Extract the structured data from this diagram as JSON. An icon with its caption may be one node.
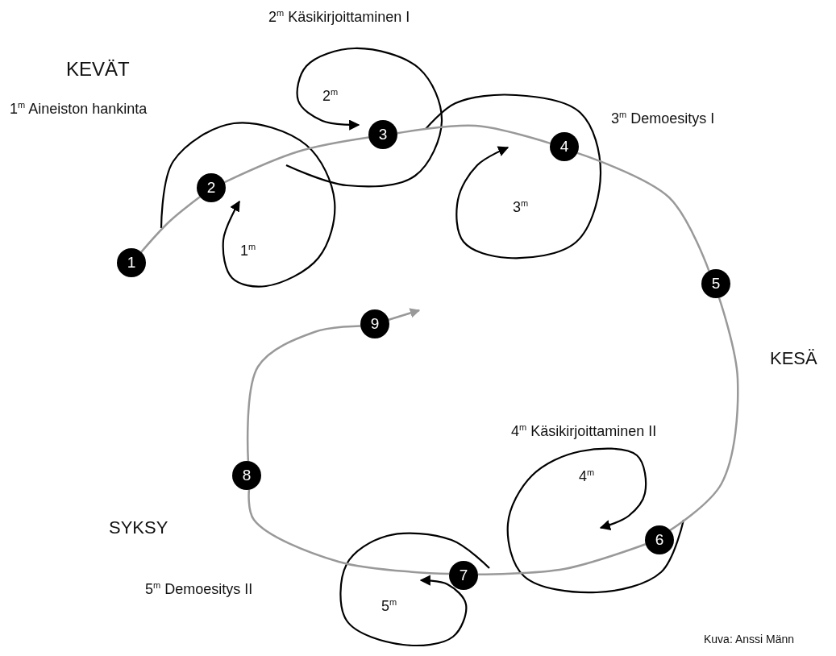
{
  "diagram": {
    "nodes": [
      {
        "text": [
          "1"
        ]
      },
      {
        "text": [
          "2"
        ]
      },
      {
        "text": [
          "3"
        ]
      },
      {
        "text": [
          "4"
        ]
      },
      {
        "text": [
          "5"
        ]
      },
      {
        "text": [
          "6"
        ]
      },
      {
        "text": [
          "7"
        ]
      },
      {
        "text": [
          "8"
        ]
      },
      {
        "text": [
          "9"
        ]
      }
    ],
    "edges": [
      {
        "from": 0,
        "to": 1,
        "arrow": "none"
      },
      {
        "from": 1,
        "to": 2,
        "arrow": "none"
      },
      {
        "from": 2,
        "to": 3,
        "arrow": "none"
      },
      {
        "from": 3,
        "to": 4,
        "arrow": "none"
      },
      {
        "from": 4,
        "to": 5,
        "arrow": "none"
      },
      {
        "from": 5,
        "to": 6,
        "arrow": "none"
      },
      {
        "from": 6,
        "to": 7,
        "arrow": "none"
      },
      {
        "from": 7,
        "to": 8,
        "arrow": "none"
      },
      {
        "from": 8,
        "to": null,
        "arrow": "to"
      }
    ],
    "labels": [
      "2$^{m}$ Käsikirjoittaminen I",
      "KEVÄT",
      "2$^{m}$",
      "1$^{m}$ Aineiston hankinta",
      "3$^{m}$ Demoesitys I",
      "3$^{m}$",
      "1$^{m}$",
      "KESÄ",
      "4$^{m}$ Käsikirjoittaminen II",
      "4$^{m}$",
      "SYKSY",
      "5$^{m}$ Demoesitys II",
      "5$^{m}$",
      "Kuva: Anssi Männ"
    ]
  }
}
